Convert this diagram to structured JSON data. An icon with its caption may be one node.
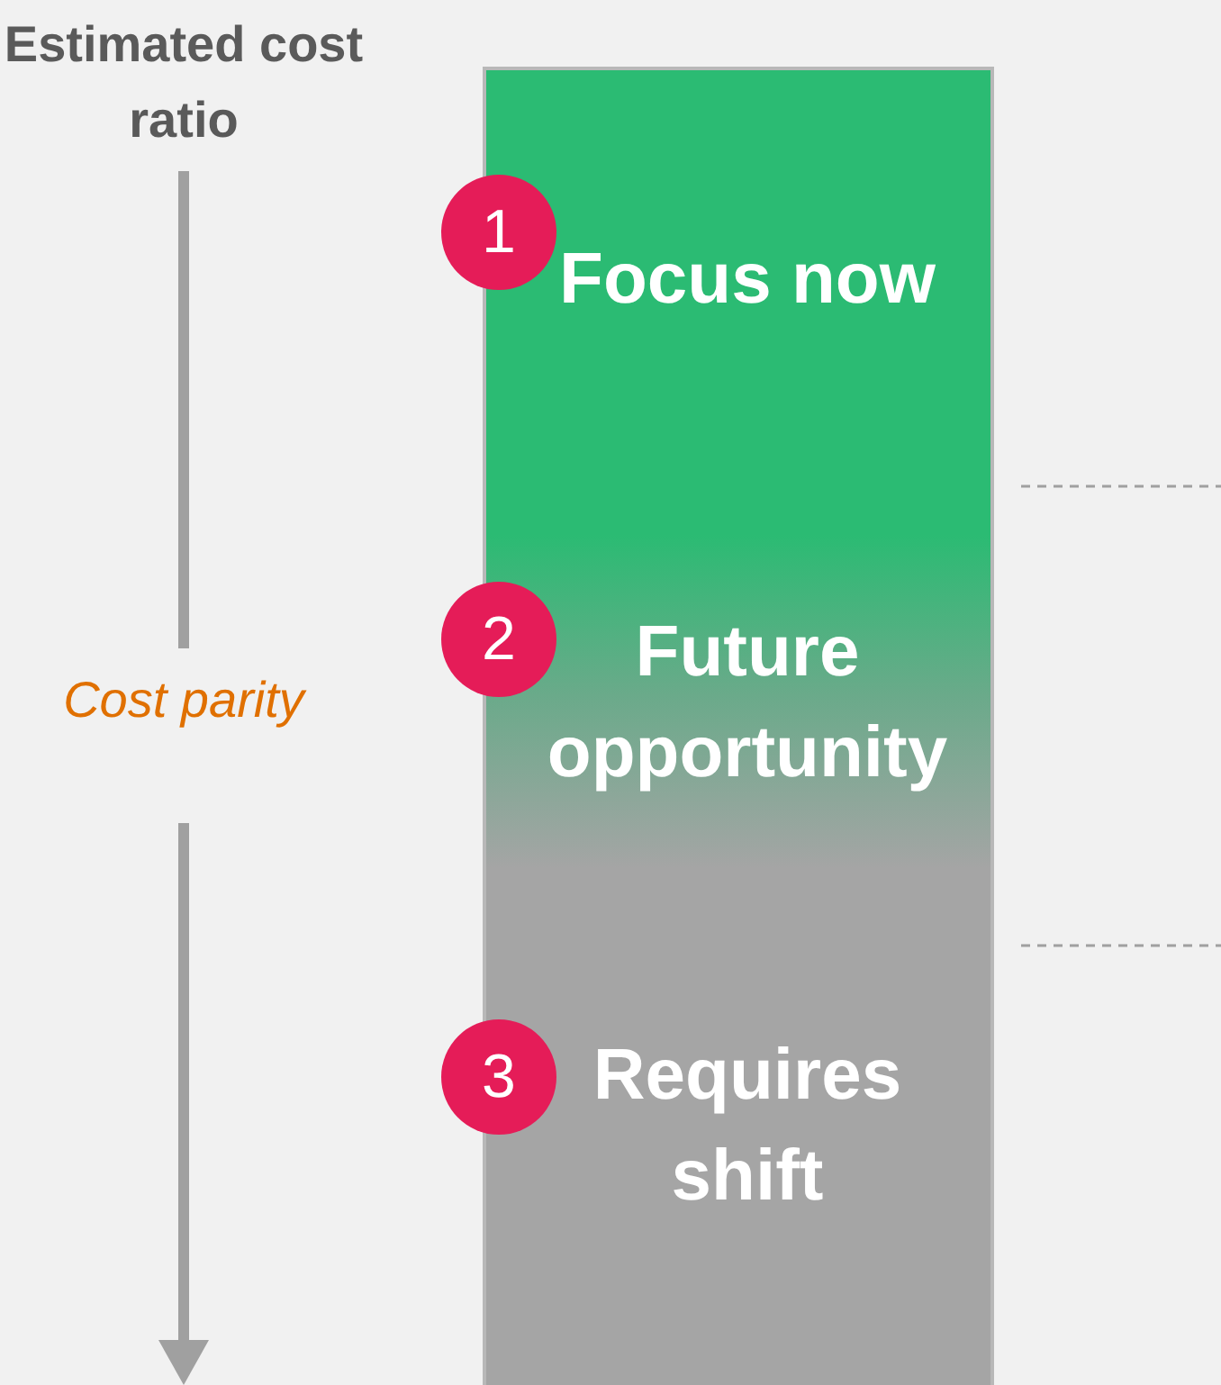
{
  "diagram": {
    "nodes": [
      {
        "text": [
          "1"
        ]
      },
      {
        "text": [
          "Focus now"
        ]
      },
      {
        "text": [
          "2"
        ]
      },
      {
        "text": [
          "Future opportunity"
        ]
      },
      {
        "text": [
          "3"
        ]
      },
      {
        "text": [
          "Requires shift"
        ]
      }
    ],
    "labels": [
      "Estimated cost ratio",
      "Cost parity"
    ]
  }
}
